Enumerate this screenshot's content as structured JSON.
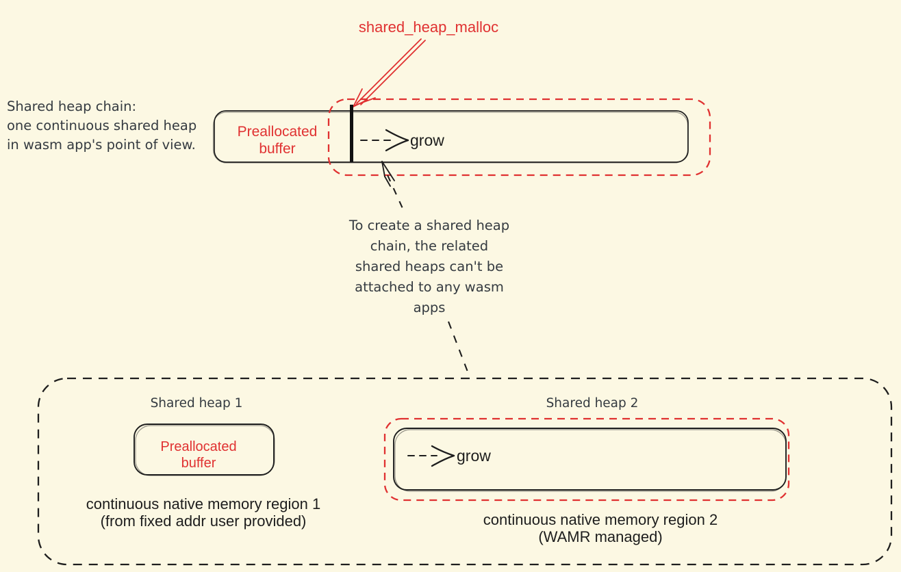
{
  "colors": {
    "background": "#FCF8E3",
    "accent_red": "#E03131",
    "ink": "#1D1D1D",
    "note_ink": "#343A40"
  },
  "top": {
    "malloc_label": "shared_heap_malloc",
    "chain_note": "Shared heap chain:\none continuous shared heap\nin wasm app's point of view.",
    "preallocated_label": "Preallocated\nbuffer",
    "grow_label": "grow"
  },
  "middle": {
    "attach_note": "To create a shared heap\nchain, the related\nshared heaps can't be\nattached to any wasm\napps"
  },
  "bottom": {
    "heap1": {
      "title": "Shared heap 1",
      "preallocated_label": "Preallocated\nbuffer",
      "caption": "continuous native memory region 1\n(from fixed addr user provided)"
    },
    "heap2": {
      "title": "Shared heap 2",
      "grow_label": "grow",
      "caption": "continuous native memory region 2\n(WAMR managed)"
    }
  }
}
